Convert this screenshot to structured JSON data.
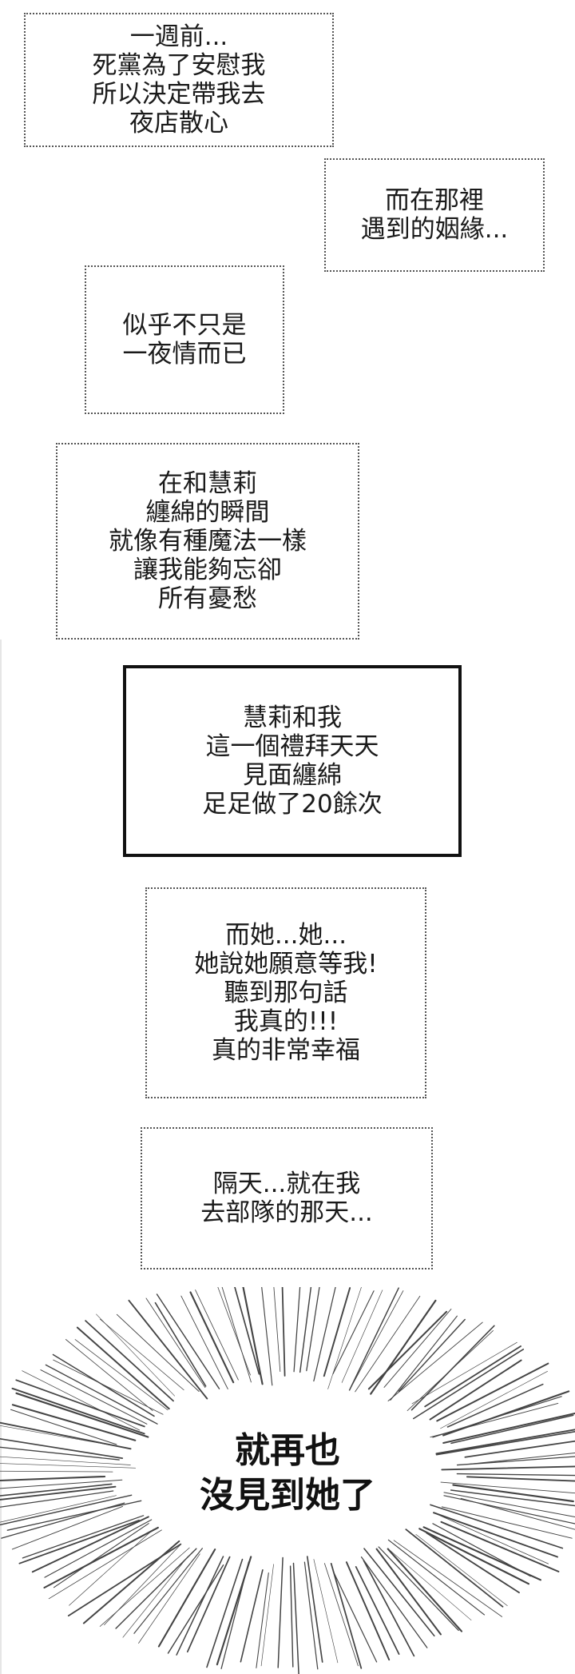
{
  "captions": [
    {
      "lines": [
        "一週前...",
        "死黨為了安慰我",
        "所以決定帶我去",
        "夜店散心"
      ]
    },
    {
      "lines": [
        "而在那裡",
        "遇到的姻緣..."
      ]
    },
    {
      "lines": [
        "似乎不只是",
        "一夜情而已"
      ]
    },
    {
      "lines": [
        "在和慧莉",
        "纏綿的瞬間",
        "就像有種魔法一樣",
        "讓我能夠忘卻",
        "所有憂愁"
      ]
    },
    {
      "lines": [
        "慧莉和我",
        "這一個禮拜天天",
        "見面纏綿",
        "足足做了20餘次"
      ]
    },
    {
      "lines": [
        "而她...她...",
        "她說她願意等我!",
        "聽到那句話",
        "我真的!!!",
        "真的非常幸福"
      ]
    },
    {
      "lines": [
        "隔天...就在我",
        "去部隊的那天..."
      ]
    }
  ],
  "burst": {
    "lines": [
      "就再也",
      "沒見到她了"
    ]
  },
  "colors": {
    "border": "#555555",
    "text": "#1a1a1a",
    "burst_lines": "#444444"
  },
  "icons": {
    "burst": "speed-lines-burst"
  }
}
